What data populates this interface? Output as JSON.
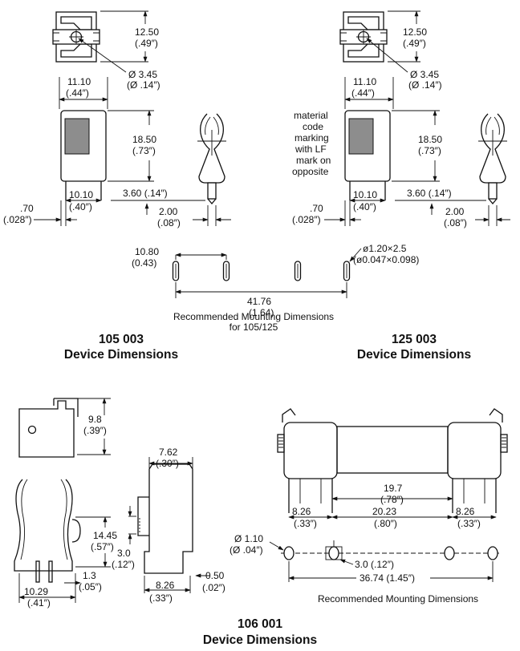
{
  "top_left": {
    "d_12_50": "12.50",
    "d_49": "(.49″)",
    "d_dia345": "Ø 3.45",
    "d_dia14": "(Ø .14″)",
    "d_11_10": "11.10",
    "d_44": "(.44″)",
    "d_18_50": "18.50",
    "d_73": "(.73″)",
    "d_10_10": "10.10",
    "d_40": "(.40″)",
    "d_360": "3.60 (.14″)",
    "d_70": ".70",
    "d_028": "(.028″)",
    "d_200": "2.00",
    "d_08": "(.08″)"
  },
  "top_right": {
    "d_12_50": "12.50",
    "d_49": "(.49″)",
    "d_dia345": "Ø 3.45",
    "d_dia14": "(Ø .14″)",
    "d_11_10": "11.10",
    "d_44": "(.44″)",
    "d_18_50": "18.50",
    "d_73": "(.73″)",
    "d_10_10": "10.10",
    "d_40": "(.40″)",
    "d_360": "3.60 (.14″)",
    "d_70": ".70",
    "d_028": "(.028″)",
    "d_200": "2.00",
    "d_08": "(.08″)",
    "note": [
      "material",
      "code",
      "marking",
      "with LF",
      "mark on",
      "opposite"
    ]
  },
  "mounting": {
    "d_1080": "10.80",
    "d_043": "(0.43)",
    "d_hole": "ø1.20×2.5",
    "d_hole_in": "(ø0.047×0.098)",
    "d_4176": "41.76",
    "d_164": "(1.64)",
    "caption_1": "Recommended Mounting Dimensions",
    "caption_2": "for 105/125"
  },
  "headings": {
    "h105_code": "105   003",
    "h105_title": "Device Dimensions",
    "h125_code": "125   003",
    "h125_title": "Device Dimensions",
    "h106_code": "106   001",
    "h106_title": "Device Dimensions"
  },
  "bottom_left": {
    "d_98": "9.8",
    "d_39": "(.39″)",
    "d_1445": "14.45",
    "d_57": "(.57″)",
    "d_13": "1.3",
    "d_05": "(.05″)",
    "d_1029": "10.29",
    "d_41": "(.41″)",
    "d_762": "7.62",
    "d_30": "(.30″)",
    "d_30mm": "3.0",
    "d_12": "(.12″)",
    "d_826": "8.26",
    "d_33": "(.33″)",
    "d_050": "0.50",
    "d_02": "(.02″)"
  },
  "bottom_right": {
    "d_197": "19.7",
    "d_78": "(.78″)",
    "d_826a": "8.26",
    "d_33a": "(.33″)",
    "d_2023": "20.23",
    "d_80": "(.80″)",
    "d_826b": "8.26",
    "d_33b": "(.33″)",
    "d_dia110": "Ø 1.10",
    "d_dia04": "(Ø .04″)",
    "d_30": "3.0 (.12″)",
    "d_3674": "36.74 (1.45″)",
    "caption": "Recommended Mounting Dimensions"
  }
}
